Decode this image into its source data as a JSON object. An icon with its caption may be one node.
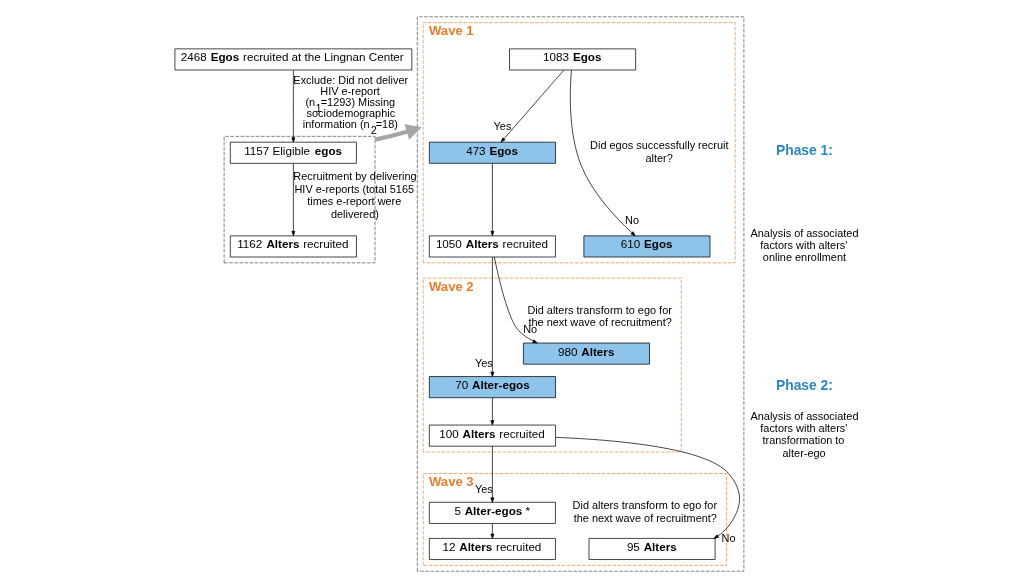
{
  "diagram": {
    "nodes": [
      {
        "text": [
          "2468 **Egos** recruited at the Lingnan Center"
        ]
      },
      {
        "text": [],
        "shape": "box"
      },
      {
        "text": [
          "1157 Eligible **egos**"
        ],
        "in": 1
      },
      {
        "text": [
          "1162 **Alters** recruited"
        ],
        "in": 1
      },
      {
        "text": [],
        "shape": "box"
      },
      {
        "text": [
          "Wave 1"
        ],
        "in": 4
      },
      {
        "text": [
          "1083 **Egos**"
        ],
        "in": 5
      },
      {
        "text": [
          "473 **Egos**"
        ],
        "in": 5
      },
      {
        "text": [
          "610 **Egos**"
        ],
        "in": 5
      },
      {
        "text": [
          "1050 **Alters** recruited"
        ],
        "in": 5
      },
      {
        "text": [
          "Wave 2"
        ],
        "in": 4
      },
      {
        "text": [
          "70 **Alter-egos**"
        ],
        "in": 10
      },
      {
        "text": [
          "980 **Alters**"
        ],
        "in": 10
      },
      {
        "text": [
          "100 **Alters** recruited"
        ],
        "in": 10
      },
      {
        "text": [
          "Wave 3"
        ],
        "in": 4
      },
      {
        "text": [
          "5 **Alter-egos** *"
        ],
        "in": 14
      },
      {
        "text": [
          "95 **Alters**"
        ],
        "in": 14
      },
      {
        "text": [
          "12 **Alters** recruited"
        ],
        "in": 14
      }
    ],
    "edges": [
      {
        "from": 0,
        "to": 2,
        "arrow": "to",
        "label": "Exclude: Did not deliver HIV e-report (n$_{1}$=1293) Missing sociodemographic information (n$_{2}$=18)"
      },
      {
        "from": 2,
        "to": 3,
        "arrow": "to",
        "label": "Recruitment by delivering HIV e-reports (total 5165 times e-report were delivered)"
      },
      {
        "from": 1,
        "to": 4,
        "arrow": "to",
        "style": "thick",
        "color": "#a6a6a6"
      },
      {
        "from": 6,
        "to": 7,
        "arrow": "to",
        "label": "Yes"
      },
      {
        "from": 6,
        "to": 8,
        "arrow": "to",
        "label": "No"
      },
      {
        "from": 7,
        "to": 9,
        "arrow": "to"
      },
      {
        "from": 9,
        "to": 11,
        "arrow": "to",
        "label": "Yes"
      },
      {
        "from": 9,
        "to": 12,
        "arrow": "to",
        "label": "No"
      },
      {
        "from": 11,
        "to": 13,
        "arrow": "to"
      },
      {
        "from": 13,
        "to": 15,
        "arrow": "to",
        "label": "Yes"
      },
      {
        "from": 13,
        "to": 16,
        "arrow": "to",
        "label": "No"
      },
      {
        "from": 15,
        "to": 17,
        "arrow": "to"
      }
    ],
    "labels": [
      "Did egos successfully recruit alter?",
      "Phase 1:",
      "Analysis of associated factors with alters' online enrollment",
      "Did alters transform to ego for the next wave of recruitment?",
      "Phase 2:",
      "Analysis of associated factors with alters' transformation to alter-ego",
      "Did alters transform to ego for the next wave of recruitment?"
    ]
  }
}
